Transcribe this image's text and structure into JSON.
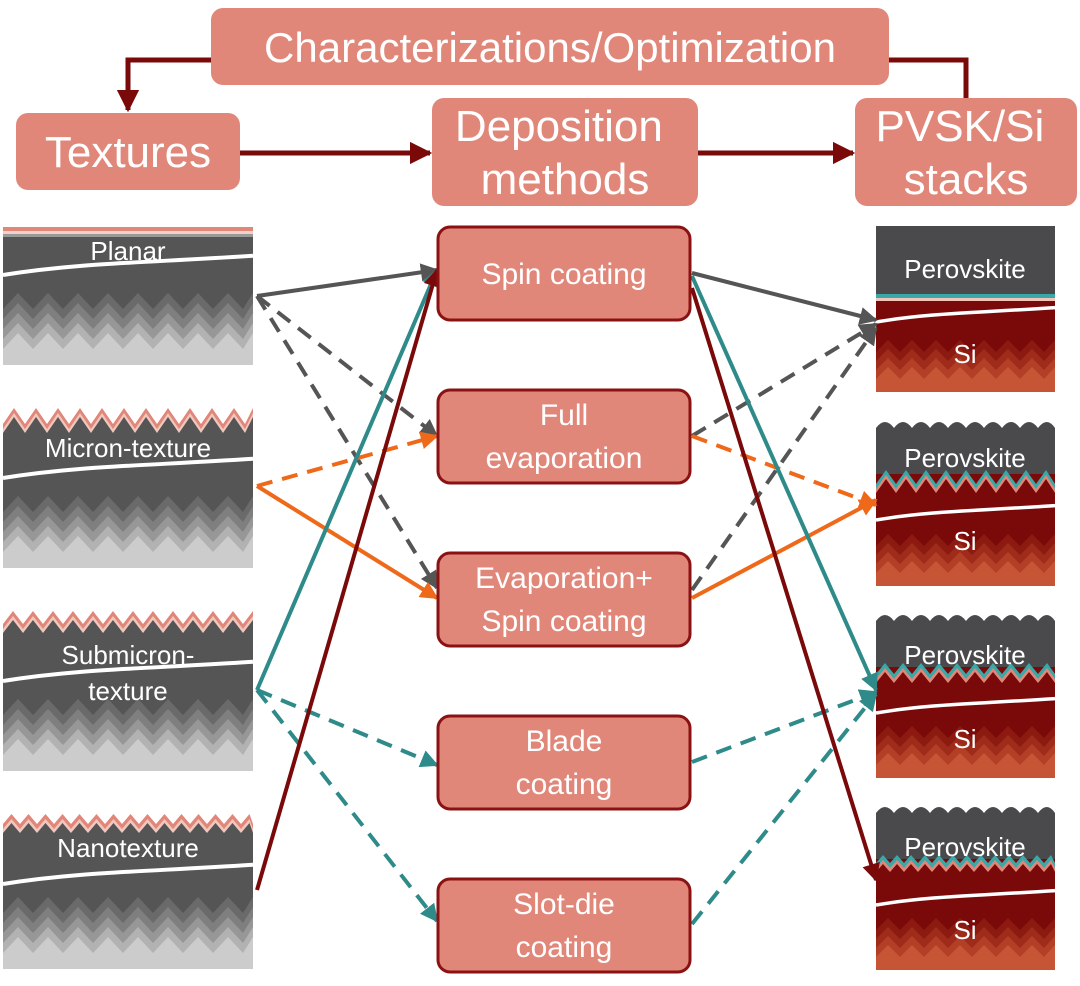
{
  "header": {
    "top_label": "Characterizations/Optimization"
  },
  "columns": {
    "textures": "Textures",
    "deposition_line1": "Deposition",
    "deposition_line2": "methods",
    "stacks_line1": "PVSK/Si",
    "stacks_line2": "stacks"
  },
  "textures": [
    {
      "id": "planar",
      "lines": [
        "Planar"
      ]
    },
    {
      "id": "micron",
      "lines": [
        "Micron-texture"
      ]
    },
    {
      "id": "submicron",
      "lines": [
        "Submicron-",
        "texture"
      ]
    },
    {
      "id": "nano",
      "lines": [
        "Nanotexture"
      ]
    }
  ],
  "methods": [
    {
      "id": "spin",
      "lines": [
        "Spin coating"
      ]
    },
    {
      "id": "full-evap",
      "lines": [
        "Full",
        "evaporation"
      ]
    },
    {
      "id": "evap-spin",
      "lines": [
        "Evaporation+",
        "Spin coating"
      ]
    },
    {
      "id": "blade",
      "lines": [
        "Blade",
        "coating"
      ]
    },
    {
      "id": "slot-die",
      "lines": [
        "Slot-die",
        "coating"
      ]
    }
  ],
  "stacks": [
    {
      "id": "stack-planar",
      "top_label": "Perovskite",
      "bottom_label": "Si"
    },
    {
      "id": "stack-micron",
      "top_label": "Perovskite",
      "bottom_label": "Si"
    },
    {
      "id": "stack-submicron",
      "top_label": "Perovskite",
      "bottom_label": "Si"
    },
    {
      "id": "stack-nano",
      "top_label": "Perovskite",
      "bottom_label": "Si"
    }
  ],
  "colors": {
    "box_fill": "#e0877a",
    "box_border": "#8b1212",
    "arrow_dark_red": "#7a0a0a",
    "path_gray": "#555555",
    "path_orange": "#ee6a1a",
    "path_teal": "#2f8a8a",
    "silicon_gray": "#555555",
    "silicon_dark_red": "#7a0a0a",
    "perovskite_layer": "#4a4a4c",
    "interlayer_pink": "#e0877a",
    "interlayer_teal": "#3ba8a8"
  },
  "connections": [
    {
      "from": "planar",
      "to": "spin",
      "color": "gray",
      "style": "solid"
    },
    {
      "from": "planar",
      "to": "full-evap",
      "color": "gray",
      "style": "dashed"
    },
    {
      "from": "planar",
      "to": "evap-spin",
      "color": "gray",
      "style": "dashed"
    },
    {
      "from": "micron",
      "to": "full-evap",
      "color": "orange",
      "style": "dashed"
    },
    {
      "from": "micron",
      "to": "evap-spin",
      "color": "orange",
      "style": "solid"
    },
    {
      "from": "submicron",
      "to": "spin",
      "color": "teal",
      "style": "solid"
    },
    {
      "from": "submicron",
      "to": "blade",
      "color": "teal",
      "style": "dashed"
    },
    {
      "from": "submicron",
      "to": "slot-die",
      "color": "teal",
      "style": "dashed"
    },
    {
      "from": "nano",
      "to": "spin",
      "color": "dark red",
      "style": "solid"
    },
    {
      "from": "spin",
      "to": "stack-planar",
      "color": "gray",
      "style": "solid"
    },
    {
      "from": "full-evap",
      "to": "stack-planar",
      "color": "gray",
      "style": "dashed"
    },
    {
      "from": "evap-spin",
      "to": "stack-planar",
      "color": "gray",
      "style": "dashed"
    },
    {
      "from": "full-evap",
      "to": "stack-micron",
      "color": "orange",
      "style": "dashed"
    },
    {
      "from": "evap-spin",
      "to": "stack-micron",
      "color": "orange",
      "style": "solid"
    },
    {
      "from": "spin",
      "to": "stack-submicron",
      "color": "teal",
      "style": "solid"
    },
    {
      "from": "blade",
      "to": "stack-submicron",
      "color": "teal",
      "style": "dashed"
    },
    {
      "from": "slot-die",
      "to": "stack-submicron",
      "color": "teal",
      "style": "dashed"
    },
    {
      "from": "spin",
      "to": "stack-nano",
      "color": "dark red",
      "style": "solid"
    }
  ]
}
